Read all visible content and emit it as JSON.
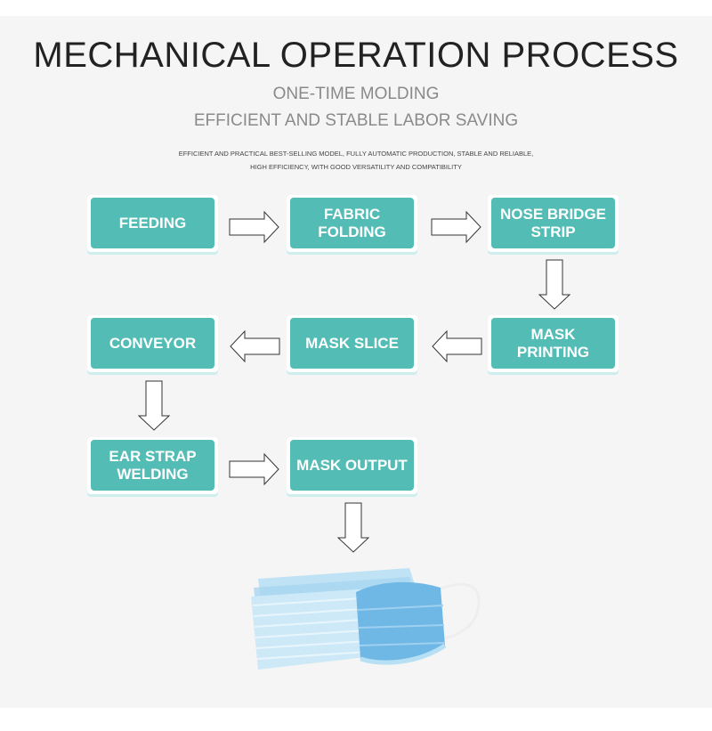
{
  "title": "MECHANICAL OPERATION PROCESS",
  "subtitle1": "ONE-TIME MOLDING",
  "subtitle2": "EFFICIENT AND STABLE LABOR SAVING",
  "description_line1": "EFFICIENT AND PRACTICAL BEST-SELLING MODEL, FULLY AUTOMATIC PRODUCTION, STABLE AND RELIABLE,",
  "description_line2": "HIGH EFFICIENCY, WITH GOOD VERSATILITY AND COMPATIBILITY",
  "steps": [
    "FEEDING",
    "FABRIC\nFOLDING",
    "NOSE BRIDGE\nSTRIP",
    "MASK\nPRINTING",
    "MASK SLICE",
    "CONVEYOR",
    "EAR STRAP\nWELDING",
    "MASK OUTPUT"
  ],
  "colors": {
    "step_fill": "#52bcb5",
    "title": "#222222",
    "subtitle": "#8a8a8a"
  }
}
